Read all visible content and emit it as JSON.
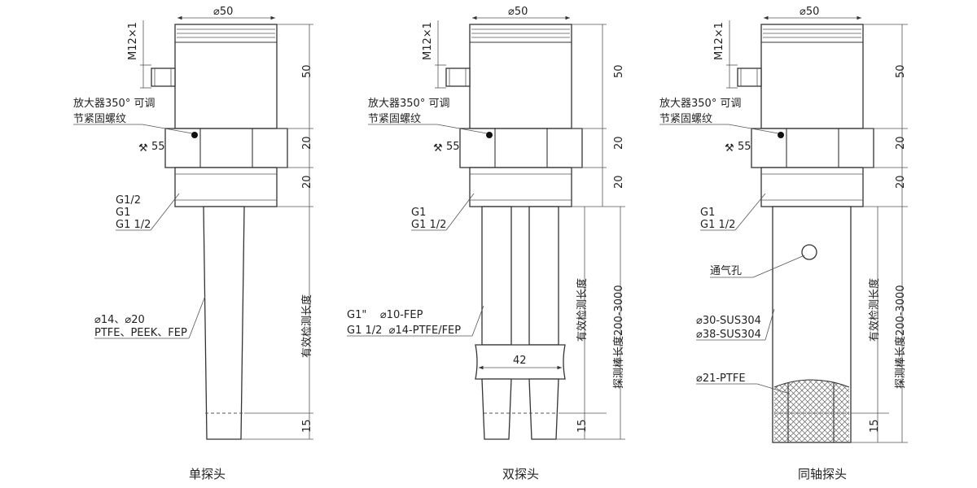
{
  "head": {
    "diameter": "⌀50",
    "connector_thread": "M12×1",
    "height": "50",
    "amplifier_note_line1": "放大器350° 可调",
    "amplifier_note_line2": "节紧固螺纹",
    "wrench": "55",
    "hex_height": "20",
    "thread_height": "20",
    "tip_length": "15",
    "effective_length": "有效检测长度",
    "rod_length": "探测棒长度200-3000"
  },
  "probe_single": {
    "caption": "单探头",
    "threads": [
      "G1/2",
      "G1",
      "G1 1/2"
    ],
    "rod_spec_line1": "⌀14、⌀20",
    "rod_spec_line2": "PTFE、PEEK、FEP"
  },
  "probe_double": {
    "caption": "双探头",
    "threads": [
      "G1",
      "G1 1/2"
    ],
    "rod_spec_line1": "G1\"    ⌀10-FEP",
    "rod_spec_line2": "G1 1/2  ⌀14-PTFE/FEP",
    "spacing": "42"
  },
  "probe_coaxial": {
    "caption": "同轴探头",
    "threads": [
      "G1",
      "G1 1/2"
    ],
    "vent_hole": "通气孔",
    "tube_spec_line1": "⌀30-SUS304",
    "tube_spec_line2": "⌀38-SUS304",
    "core_spec": "⌀21-PTFE"
  }
}
